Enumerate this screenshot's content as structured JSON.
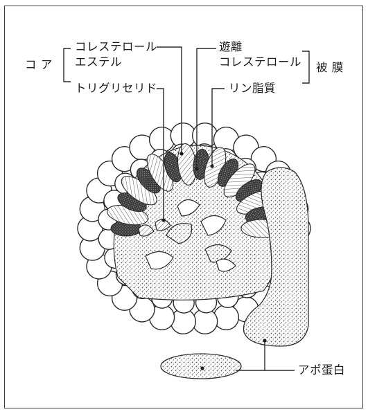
{
  "labels": {
    "core": "コ ア",
    "cholesterol_ester_line1": "コレステロール",
    "cholesterol_ester_line2": "エステル",
    "triglyceride": "トリグリセリド",
    "free_cholesterol_line1": "遊離",
    "free_cholesterol_line2": "コレステロール",
    "phospholipid": "リン脂質",
    "membrane": "被 膜",
    "apoprotein": "アポ蛋白"
  },
  "colors": {
    "line": "#2a2a2a",
    "dot_fill": "#7a7a7a",
    "dark_fill": "#3a3a3a",
    "paper": "#ffffff"
  }
}
